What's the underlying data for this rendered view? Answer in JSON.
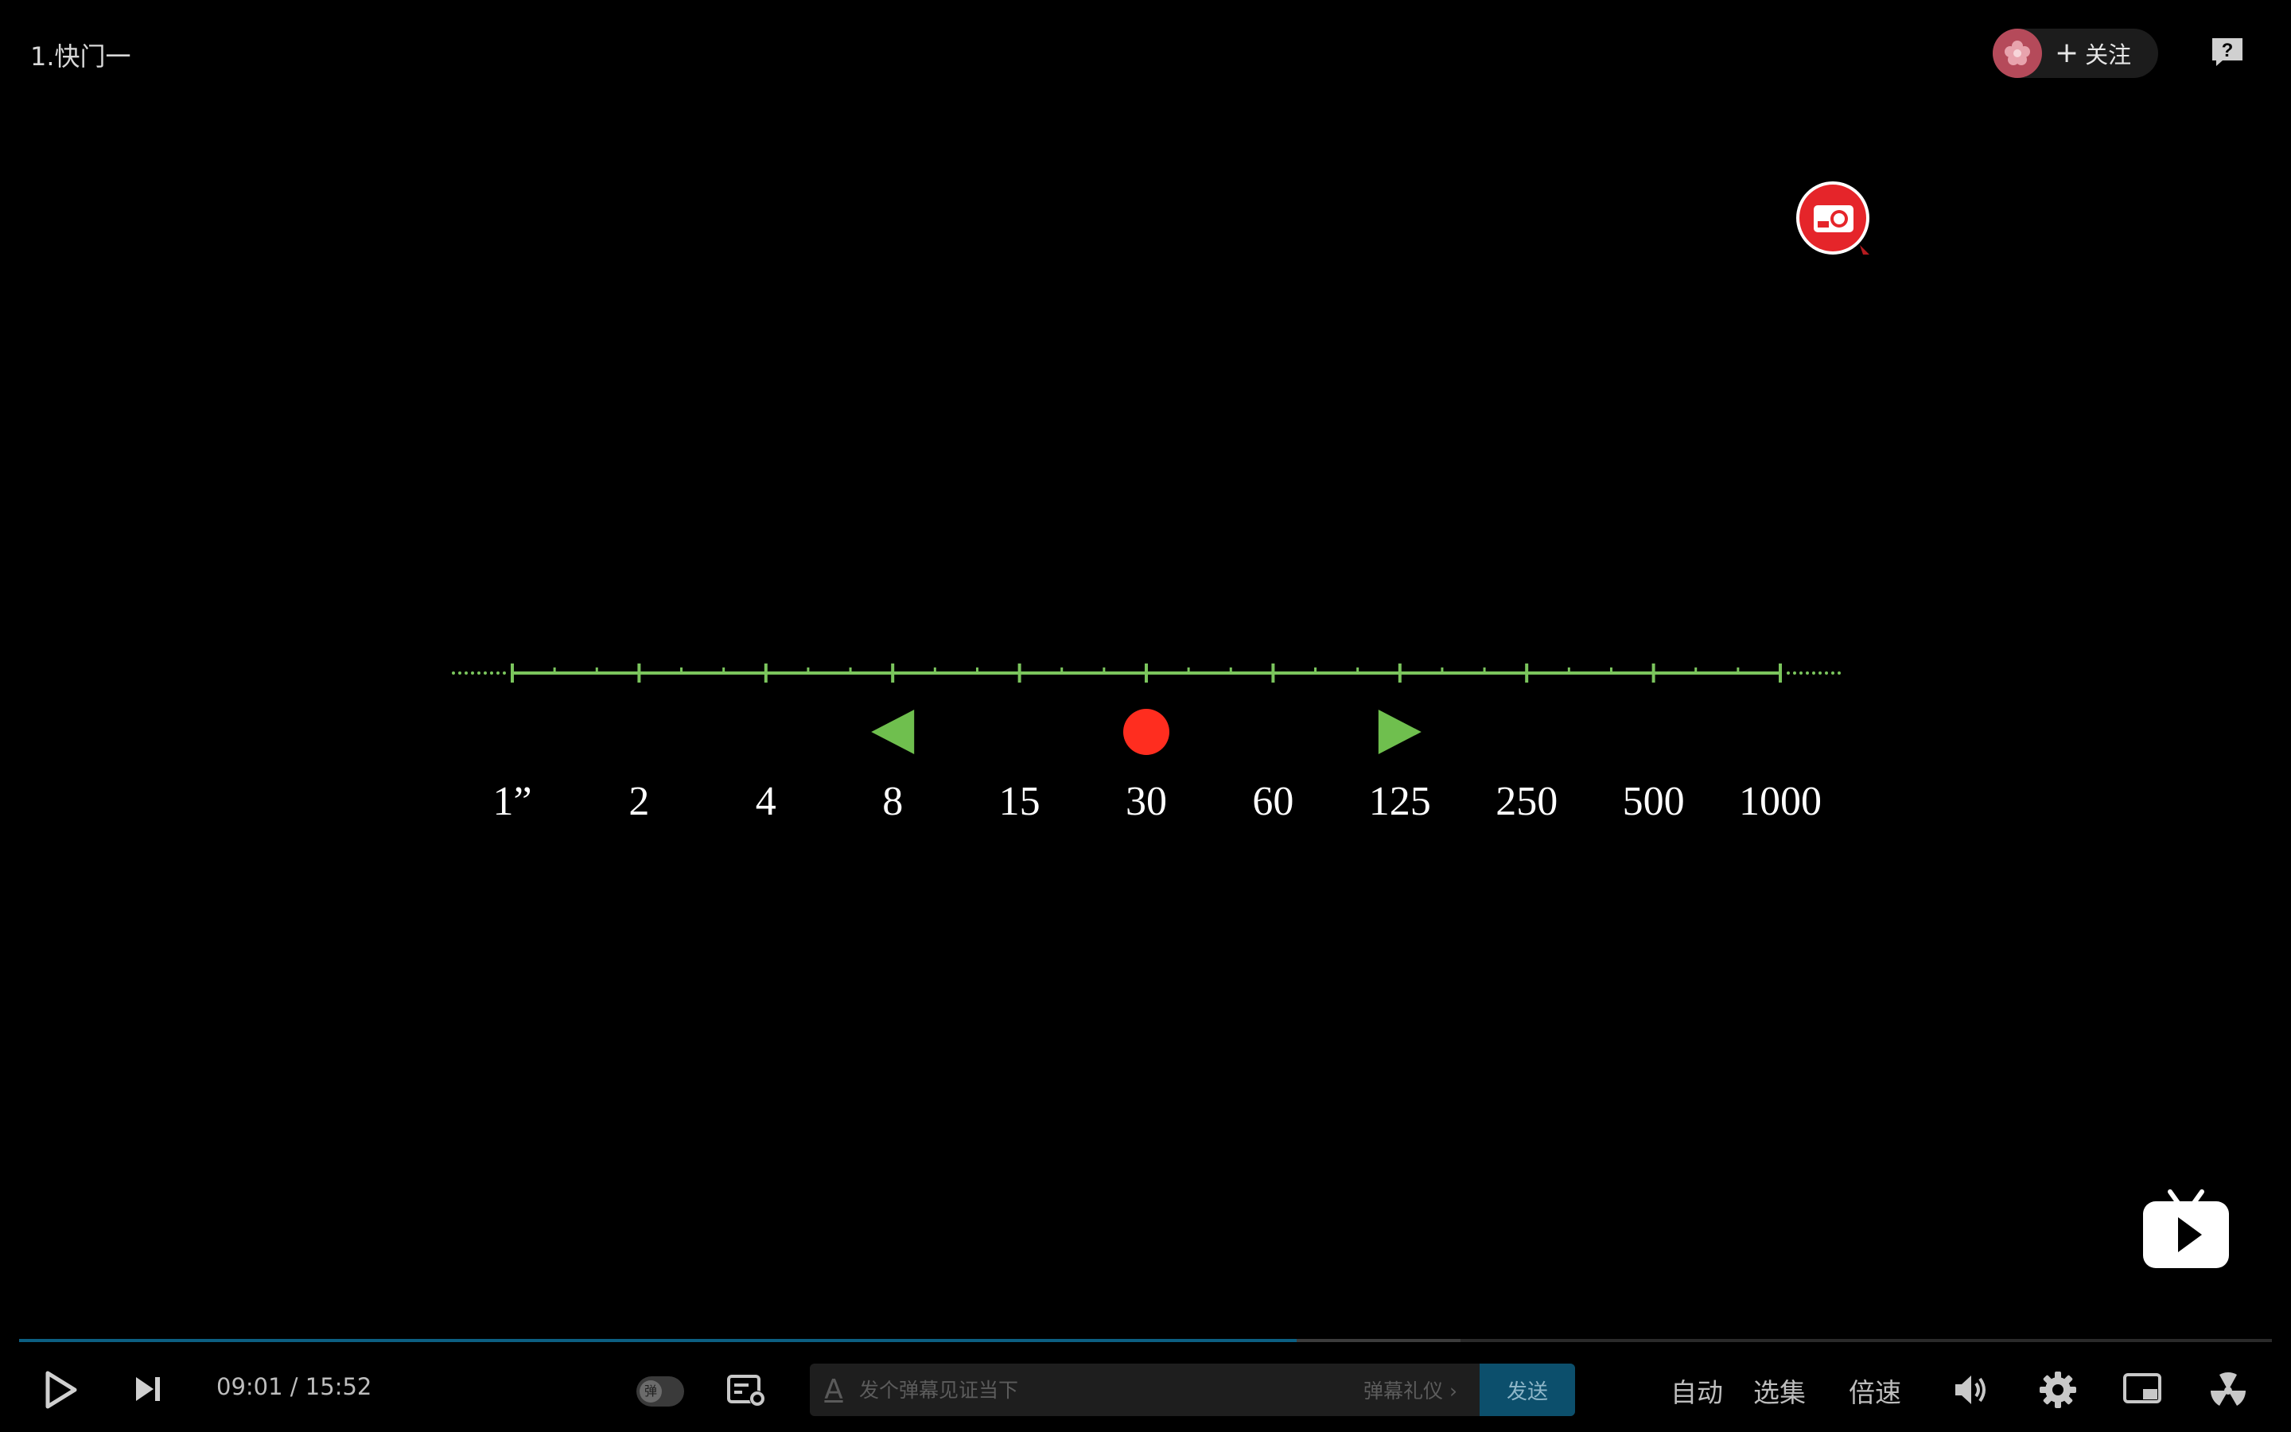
{
  "video": {
    "title": "1.快门一"
  },
  "uploader": {
    "follow_label": "关注"
  },
  "scale": {
    "labels": [
      "1”",
      "2",
      "4",
      "8",
      "15",
      "30",
      "60",
      "125",
      "250",
      "500",
      "1000"
    ],
    "current_index": 5,
    "colors": {
      "line": "#7bc55d",
      "arrows": "#6fbf4e",
      "marker": "#ff2d1f",
      "labels": "#ffffff"
    }
  },
  "player": {
    "current_time": "09:01",
    "separator": "/",
    "duration": "15:52",
    "progress_fraction": 0.567,
    "buffered_fraction": 0.64,
    "danmaku_placeholder": "发个弹幕见证当下",
    "danmaku_etiquette": "弹幕礼仪 ›",
    "send_label": "发送",
    "auto_label": "自动",
    "episodes_label": "选集",
    "speed_label": "倍速",
    "danmaku_toggle_label": "弹"
  },
  "colors": {
    "accent": "#0c5f82",
    "background": "#000000"
  }
}
